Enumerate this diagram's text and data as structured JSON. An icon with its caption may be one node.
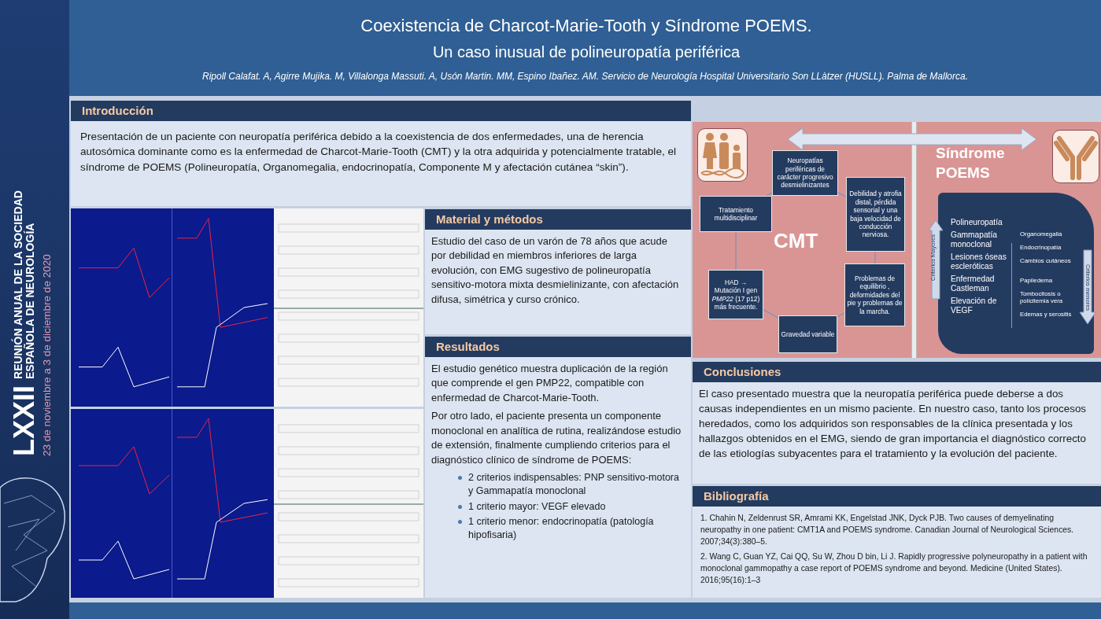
{
  "diagram": {
    "title": "Coexistencia de Charcot-Marie-Tooth y Síndrome POEMS.",
    "nodes": [
      {
        "text": [
          "Introducción",
          "Presentación de un paciente con neuropatía periférica debido a la coexistencia de dos enfermedades, una de herencia autosómica dominante como es la enfermedad de Charcot-Marie-Tooth (CMT) y la otra adquirida y potencialmente tratable, el síndrome de POEMS (Polineuropatía, Organomegalia, endocrinopatía, Componente M y afectación cutánea “skin”)."
        ]
      },
      {
        "text": [
          "Material y métodos",
          "Estudio del caso de un varón de 78 años que acude por debilidad en miembros inferiores de larga evolución, con EMG sugestivo de polineuropatía sensitivo-motora mixta desmielinizante, con afectación difusa, simétrica y curso crónico."
        ]
      },
      {
        "text": [
          "Resultados",
          "El estudio genético muestra duplicación de la región que comprende el gen PMP22, compatible con enfermedad de Charcot-Marie-Tooth.",
          "Por otro lado, el paciente presenta un componente monoclonal en analítica de rutina, realizándose estudio de extensión, finalmente cumpliendo criterios para el diagnóstico clínico de síndrome de POEMS:",
          "2 criterios indispensables: PNP sensitivo-motora y Gammapatía monoclonal",
          "1 criterio mayor: VEGF elevado",
          "1 criterio menor: endocrinopatía (patología hipofisaria)"
        ]
      },
      {
        "text": [
          "Conclusiones",
          "El caso presentado muestra que la neuropatía periférica puede deberse a dos causas independientes en un mismo paciente. En nuestro caso, tanto los procesos heredados, como los adquiridos son responsables de la clínica presentada y los hallazgos obtenidos en el EMG, siendo de gran importancia el diagnóstico correcto de las etiologías subyacentes para el tratamiento y la evolución del paciente."
        ]
      },
      {
        "text": [
          "Bibliografía",
          "1. Chahin N, Zeldenrust SR, Amrami KK, Engelstad JNK, Dyck PJB. Two causes of demyelinating neuropathy in one patient: CMT1A and POEMS syndrome. Canadian Journal of Neurological Sciences. 2007;34(3):380–5.",
          "2. Wang C, Guan YZ, Cai QQ, Su W, Zhou D bin, Li J. Rapidly progressive polyneuropathy in a patient with monoclonal gammopathy a case report of POEMS syndrome and beyond. Medicine (United States). 2016;95(16):1–3"
        ]
      },
      {
        "text": [
          "CMT"
        ]
      },
      {
        "text": [
          "Neuropatías periféricas de carácter progresivo desmielinizantes"
        ],
        "in": 5
      },
      {
        "text": [
          "Debilidad y atrofia distal, pérdida sensorial y una baja velocidad de conducción nerviosa."
        ],
        "in": 5
      },
      {
        "text": [
          "Tratamiento multidisciplinar"
        ],
        "in": 5
      },
      {
        "text": [
          "Problemas de equilibrio , deformidades del pie y problemas de la marcha."
        ],
        "in": 5
      },
      {
        "text": [
          "HAD → Mutación I gen *PMP22* (17 p12) más frecuente."
        ],
        "in": 5
      },
      {
        "text": [
          "Gravedad variable"
        ],
        "in": 5
      },
      {
        "text": [
          "Síndrome POEMS"
        ]
      },
      {
        "text": [
          "Polineuropatía",
          "Gammapatía monoclonal",
          "Lesiones óseas escleróticas",
          "Enfermedad Castleman",
          "Elevación de VEGF",
          "Organomegalia",
          "Endocrinopatía",
          "Cambios cutáneos",
          "Papiledema",
          "Tombocitosis o policitemia vera",
          "Edemas y serositis"
        ],
        "in": 12
      }
    ],
    "edges": [
      {
        "from": 6,
        "to": 7,
        "arrow": "none"
      },
      {
        "from": 7,
        "to": 9,
        "arrow": "none"
      },
      {
        "from": 9,
        "to": 11,
        "arrow": "none"
      },
      {
        "from": 11,
        "to": 10,
        "arrow": "none"
      },
      {
        "from": 10,
        "to": 8,
        "arrow": "none"
      },
      {
        "from": 8,
        "to": 6,
        "arrow": "none"
      }
    ],
    "labels": [
      "Un caso inusual de polineuropatía periférica",
      "Ripoll Calafat. A, Agirre Mujika. M, Villalonga Massuti. A, Usón Martin. MM, Espino Ibañez. AM. Servicio de Neurología Hospital Universitario Son LLàtzer (HUSLL). Palma de Mallorca.",
      "LXXII",
      "REUNIÓN ANUAL DE LA SOCIEDAD ESPAÑOLA DE NEUROLOGÍA",
      "23 de noviembre a 3 de diciembre de 2020",
      "Criterios Mayores",
      "Criterios menores"
    ]
  }
}
